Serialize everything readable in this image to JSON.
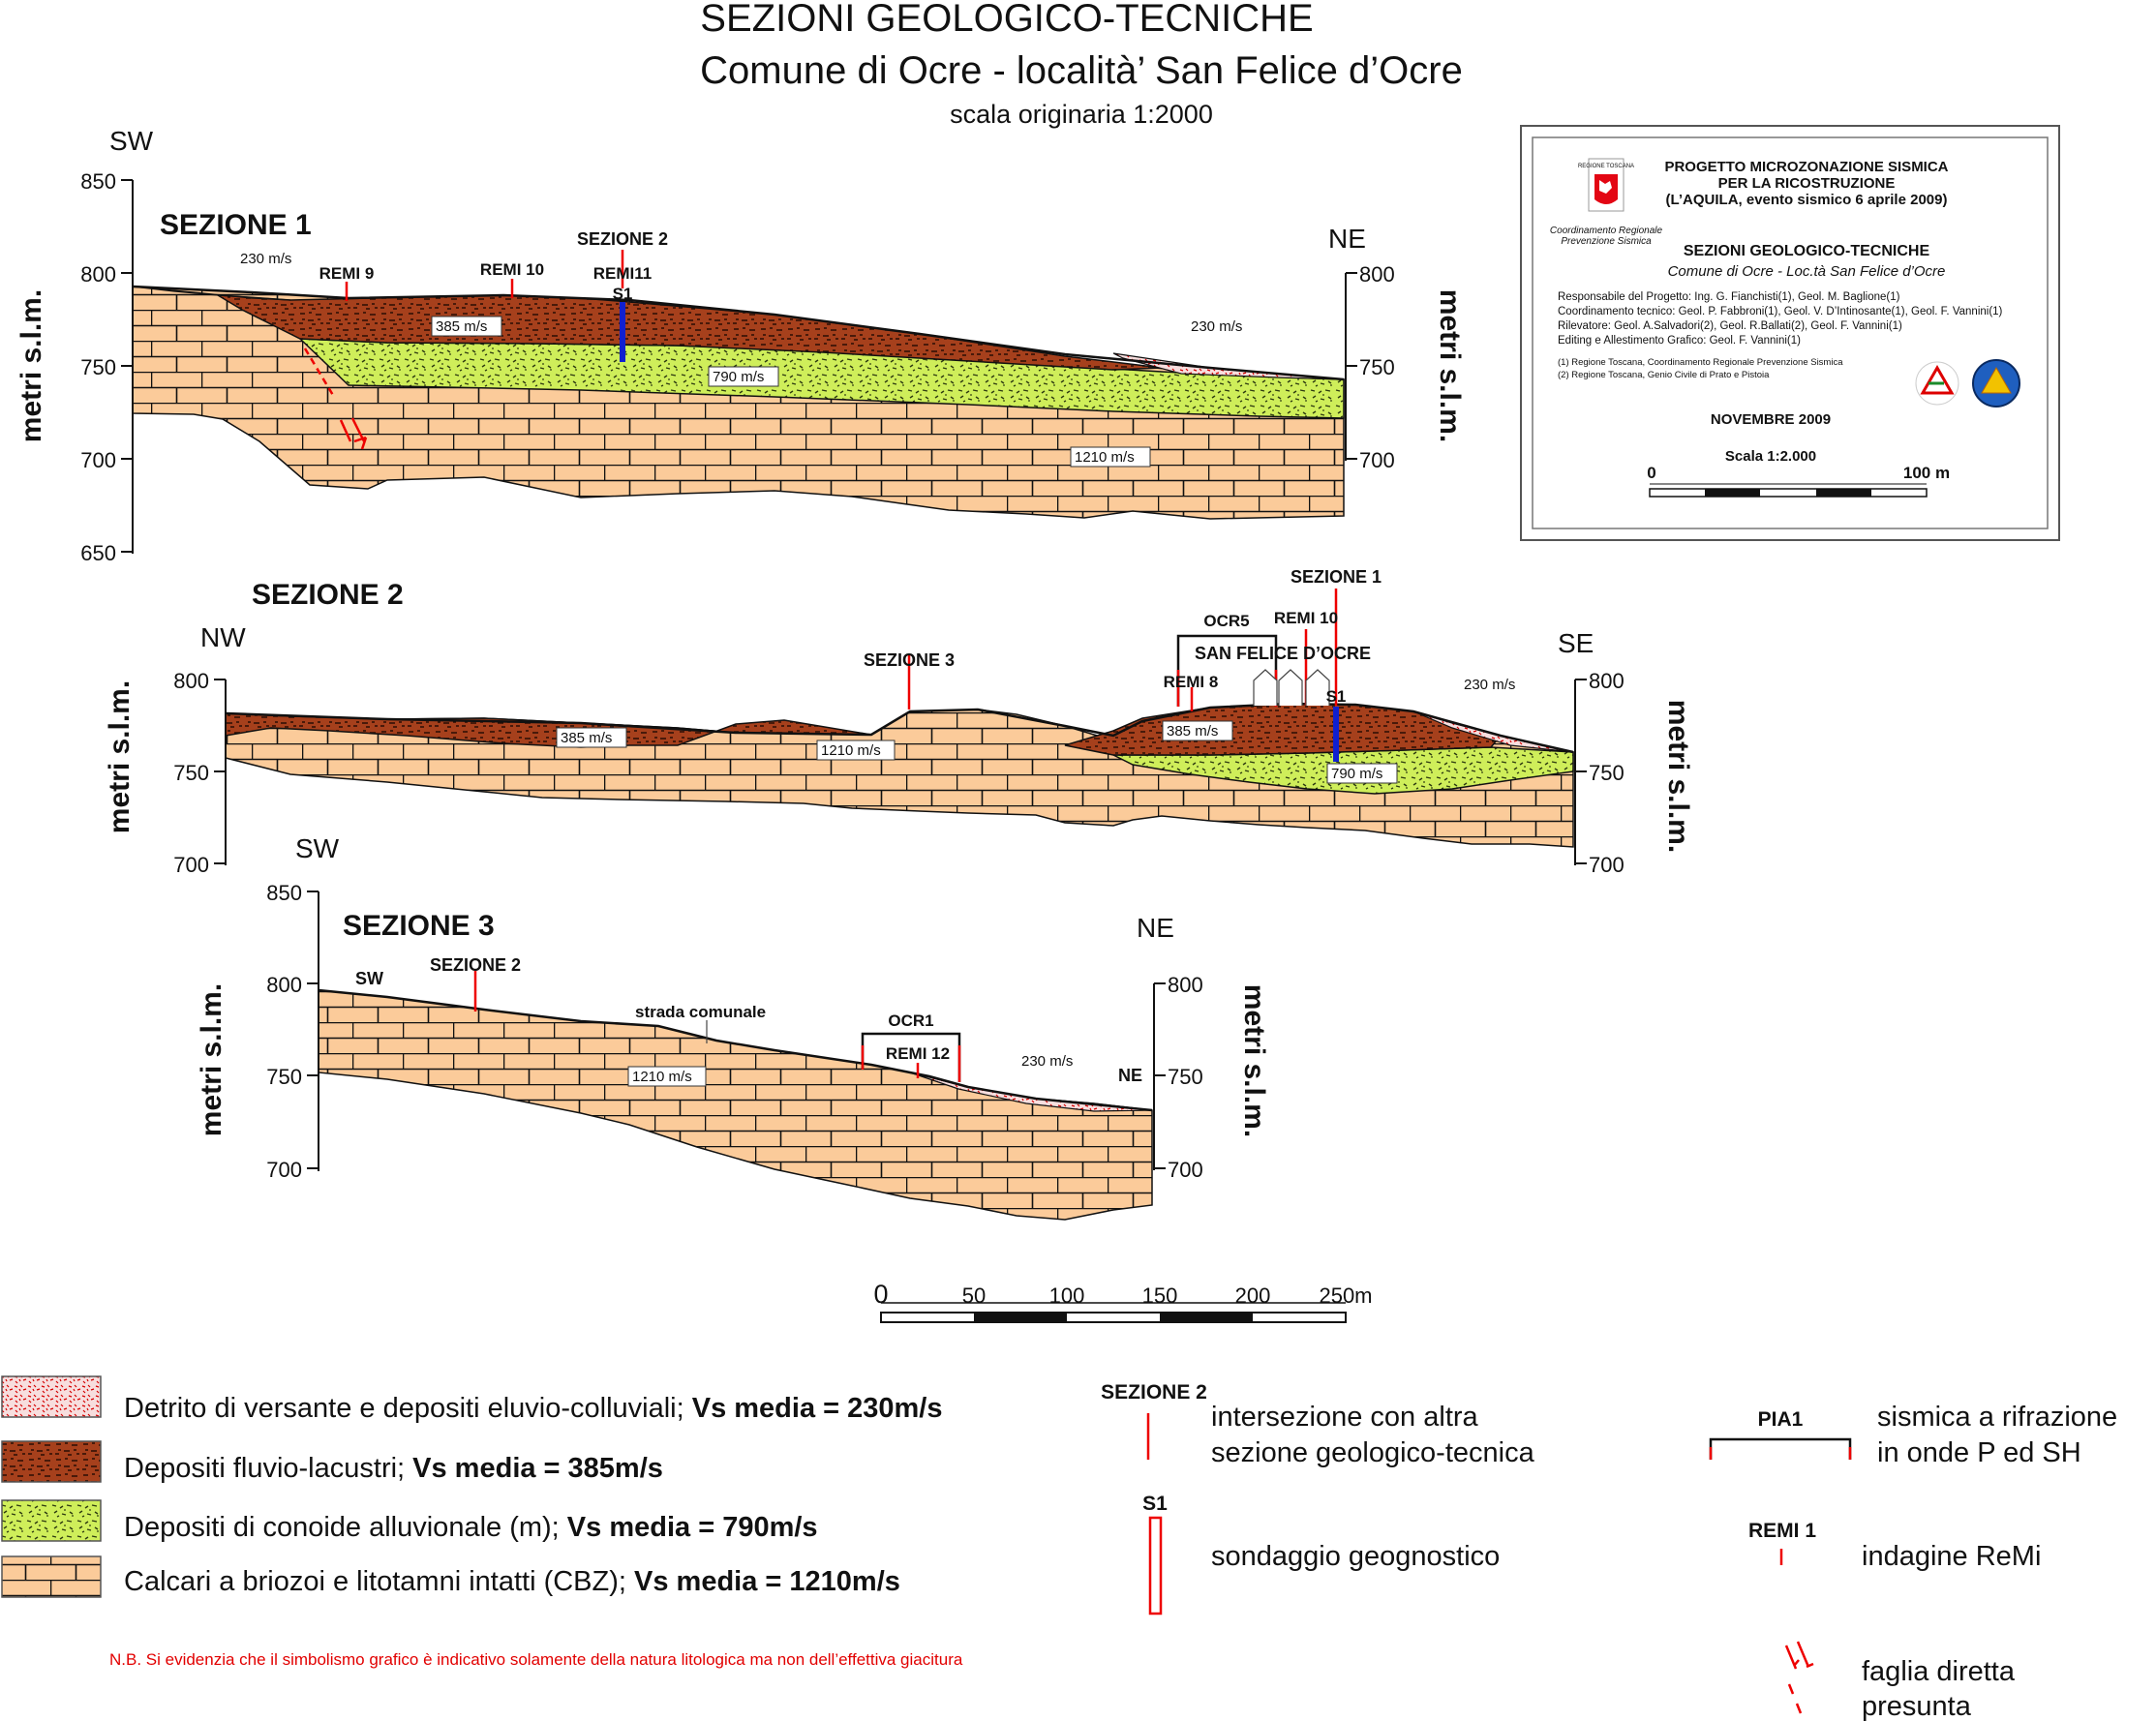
{
  "title": {
    "line1": "SEZIONI GEOLOGICO-TECNICHE",
    "line2": "Comune di Ocre - località’ San Felice d’Ocre",
    "line3": "scala originaria 1:2000"
  },
  "colors": {
    "detrito": "#f4c9c9",
    "fluvio": "#a6401c",
    "conoide": "#cfee5a",
    "calcari": "#fbcb9a",
    "accent_red": "#e20000",
    "sondaggio_blue": "#1020d0"
  },
  "axis_title": "metri s.l.m.",
  "sezione1": {
    "name": "SEZIONE 1",
    "left_dir": "SW",
    "right_dir": "NE",
    "left_ticks": [
      "850",
      "800",
      "750",
      "700",
      "650"
    ],
    "right_ticks": [
      "800",
      "750",
      "700"
    ],
    "markers": {
      "remi9": "REMI 9",
      "remi10": "REMI 10",
      "sezione2": "SEZIONE 2",
      "remi11": "REMI11",
      "s1": "S1"
    },
    "vs": {
      "v230a": "230 m/s",
      "v230b": "230 m/s",
      "v385": "385 m/s",
      "v790": "790 m/s",
      "v1210": "1210 m/s"
    }
  },
  "sezione2": {
    "name": "SEZIONE 2",
    "left_dir": "NW",
    "right_dir": "SE",
    "left_ticks": [
      "800",
      "750",
      "700"
    ],
    "right_ticks": [
      "800",
      "750",
      "700"
    ],
    "markers": {
      "sezione3": "SEZIONE 3",
      "sezione1": "SEZIONE 1",
      "ocr5": "OCR5",
      "remi10": "REMI 10",
      "town": "SAN FELICE D’OCRE",
      "remi8": "REMI 8",
      "s1": "S1"
    },
    "vs": {
      "v385a": "385 m/s",
      "v1210": "1210 m/s",
      "v385b": "385 m/s",
      "v230": "230 m/s",
      "v790": "790 m/s"
    }
  },
  "sezione3": {
    "name": "SEZIONE 3",
    "left_dir": "SW",
    "right_dir": "NE",
    "left_ticks": [
      "850",
      "800",
      "750",
      "700"
    ],
    "right_ticks": [
      "800",
      "750",
      "700"
    ],
    "markers": {
      "sw": "SW",
      "sezione2": "SEZIONE 2",
      "strada": "strada comunale",
      "ocr1": "OCR1",
      "remi12": "REMI 12",
      "ne": "NE"
    },
    "vs": {
      "v1210": "1210 m/s",
      "v230": "230 m/s"
    }
  },
  "scalebar": {
    "labels": [
      "0",
      "50",
      "100",
      "150",
      "200",
      "250m"
    ]
  },
  "titleblock": {
    "logo_text": "REGIONE TOSCANA",
    "coord": [
      "Coordinamento Regionale",
      "Prevenzione Sismica"
    ],
    "project": [
      "PROGETTO MICROZONAZIONE SISMICA",
      "PER LA RICOSTRUZIONE",
      "(L’AQUILA, evento sismico 6 aprile 2009)"
    ],
    "title": "SEZIONI GEOLOGICO-TECNICHE",
    "subtitle": "Comune di Ocre - Loc.tà San Felice d’Ocre",
    "credits": [
      "Responsabile del Progetto: Ing. G. Fianchisti(1), Geol. M. Baglione(1)",
      "Coordinamento tecnico: Geol. P. Fabbroni(1), Geol. V. D’Intinosante(1), Geol. F. Vannini(1)",
      "Rilevatore: Geol. A.Salvadori(2), Geol. R.Ballati(2), Geol. F. Vannini(1)",
      "Editing e Allestimento Grafico: Geol. F. Vannini(1)"
    ],
    "notes": [
      "(1) Regione Toscana, Coordinamento Regionale Prevenzione Sismica",
      "(2) Regione Toscana, Genio Civile di Prato e Pistoia"
    ],
    "date": "NOVEMBRE 2009",
    "scale": "Scala 1:2.000",
    "scale0": "0",
    "scale100": "100 m"
  },
  "legend": {
    "detrito": {
      "text": "Detrito di versante e depositi eluvio-colluviali; ",
      "bold": "Vs media = 230m/s"
    },
    "fluvio": {
      "text": "Depositi fluvio-lacustri; ",
      "bold": "Vs media = 385m/s"
    },
    "conoide": {
      "text": "Depositi di conoide alluvionale (m); ",
      "bold": "Vs media = 790m/s"
    },
    "calcari": {
      "text": "Calcari a briozoi e litotamni intatti  (CBZ); ",
      "bold": "Vs media = 1210m/s"
    },
    "sez_label": "SEZIONE 2",
    "sez_text": [
      "intersezione con altra",
      "sezione geologico-tecnica"
    ],
    "s1_label": "S1",
    "s1_text": "sondaggio geognostico",
    "pia_label": "PIA1",
    "pia_text": [
      "sismica a rifrazione",
      "in onde P ed SH"
    ],
    "remi_label": "REMI 1",
    "remi_text": "indagine ReMi",
    "fault_text": [
      "faglia diretta",
      "presunta"
    ],
    "nb": "N.B. Si evidenzia che il simbolismo grafico è indicativo solamente della natura litologica ma non dell’effettiva giacitura"
  }
}
